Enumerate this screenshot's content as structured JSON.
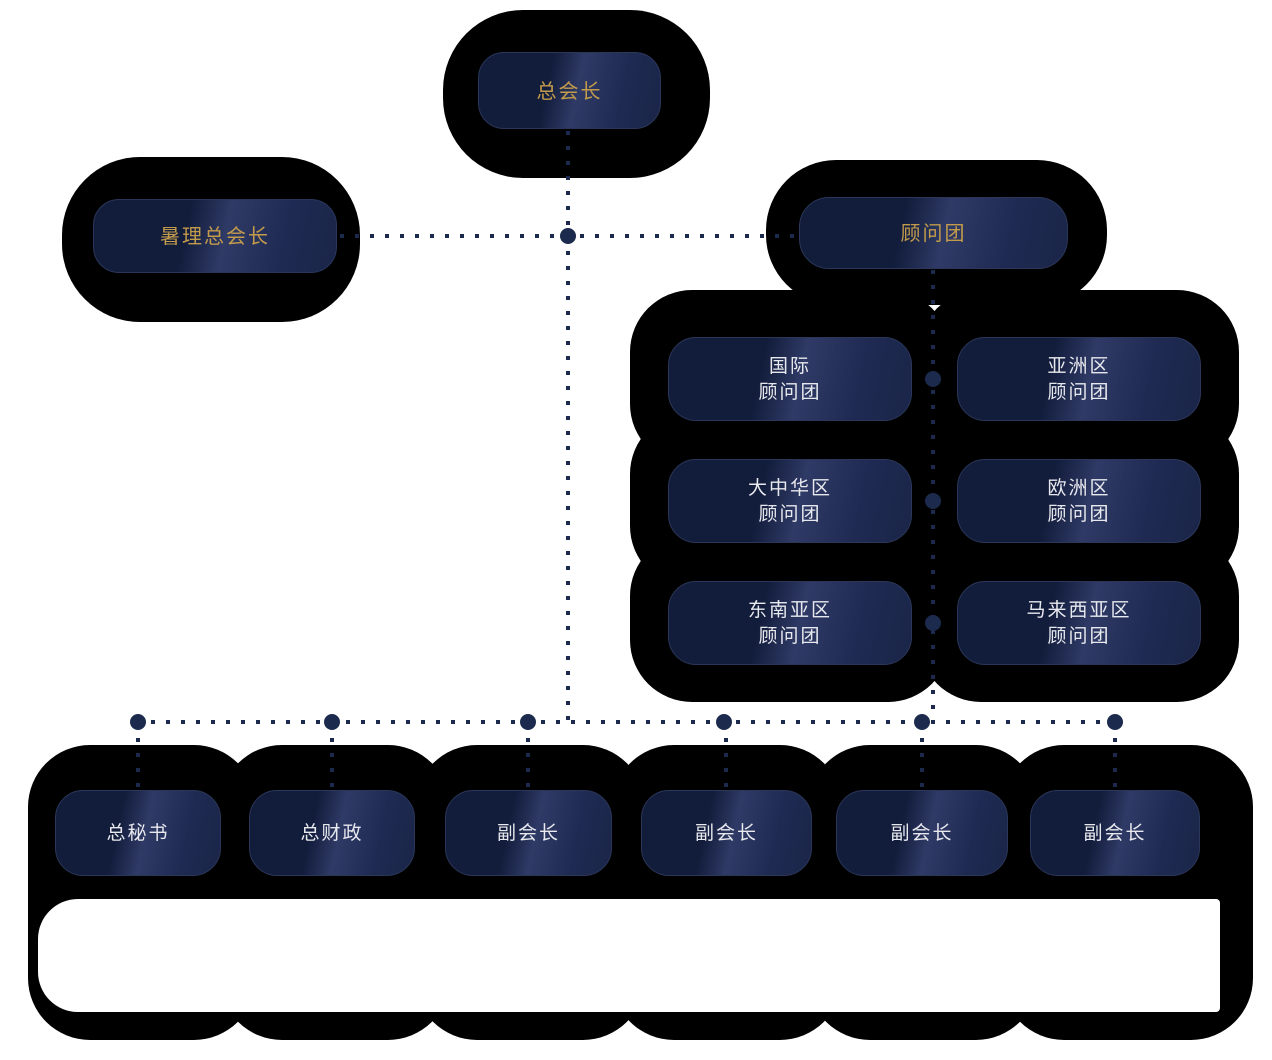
{
  "org_chart": {
    "nodes": {
      "president": "总会长",
      "acting_president": "暑理总会长",
      "advisory_board": "顾问团"
    },
    "advisory_groups": [
      {
        "line1": "国际",
        "line2": "顾问团"
      },
      {
        "line1": "亚洲区",
        "line2": "顾问团"
      },
      {
        "line1": "大中华区",
        "line2": "顾问团"
      },
      {
        "line1": "欧洲区",
        "line2": "顾问团"
      },
      {
        "line1": "东南亚区",
        "line2": "顾问团"
      },
      {
        "line1": "马来西亚区",
        "line2": "顾问团"
      }
    ],
    "officers": [
      {
        "label": "总秘书"
      },
      {
        "label": "总财政"
      },
      {
        "label": "副会长"
      },
      {
        "label": "副会长"
      },
      {
        "label": "副会长"
      },
      {
        "label": "副会长"
      }
    ],
    "colors": {
      "gold_text": "#c29b4b",
      "white_text": "#e8e9ee",
      "box_navy_dark": "#121c3b",
      "box_navy_sheen": "#2f3a66",
      "blob_outline": "#000000",
      "connector": "#1c2b4d",
      "background": "#ffffff"
    }
  }
}
